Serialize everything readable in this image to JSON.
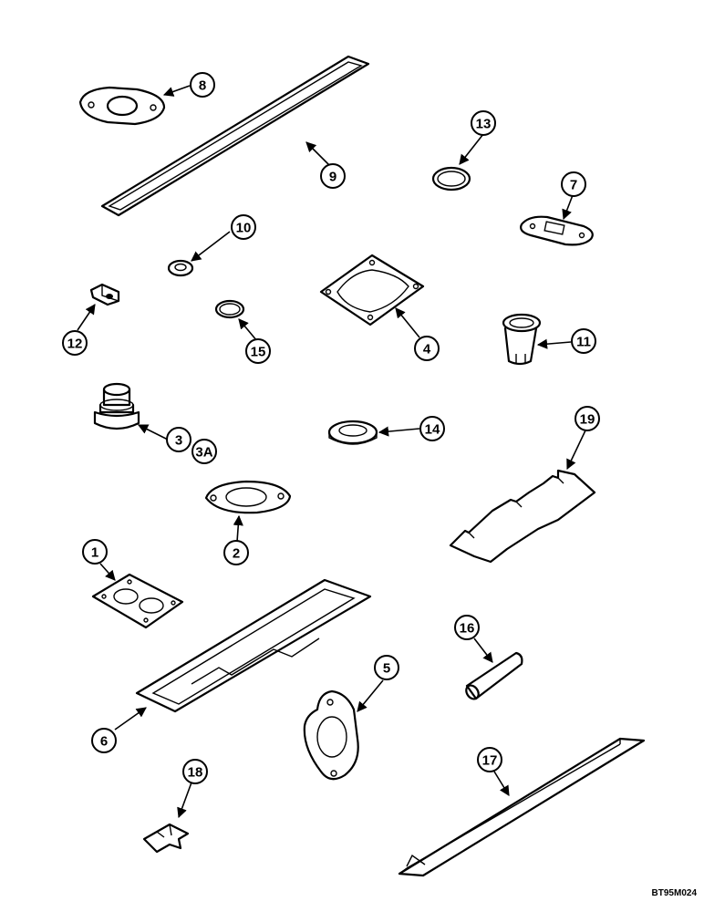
{
  "callouts": {
    "c1": "1",
    "c2": "2",
    "c3": "3",
    "c3a": "3A",
    "c4": "4",
    "c5": "5",
    "c6": "6",
    "c7": "7",
    "c8": "8",
    "c9": "9",
    "c10": "10",
    "c11": "11",
    "c12": "12",
    "c13": "13",
    "c14": "14",
    "c15": "15",
    "c16": "16",
    "c17": "17",
    "c18": "18",
    "c19": "19"
  },
  "drawing_code": "BT95M024"
}
